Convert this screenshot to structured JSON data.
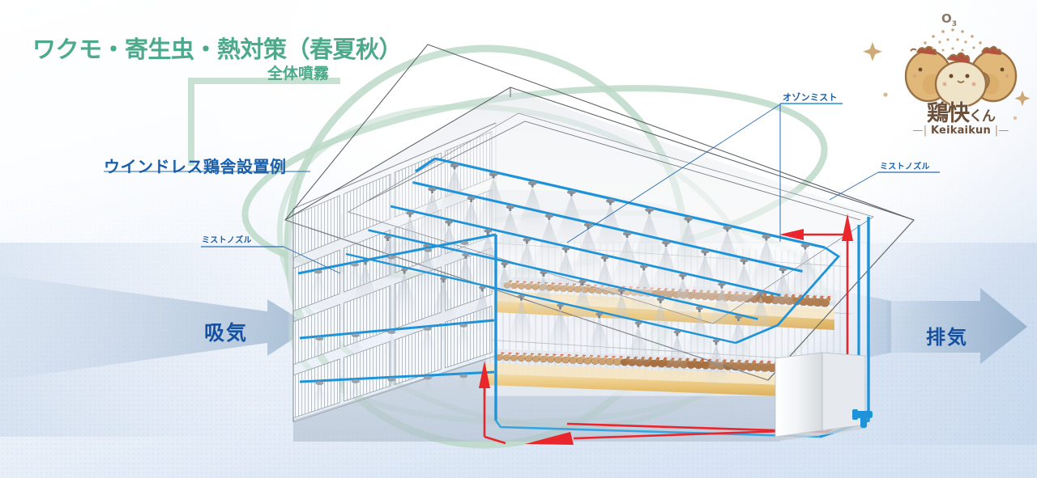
{
  "title": {
    "main": "ワクモ・寄生虫・熱対策（春夏秋）",
    "sub": "全体噴霧",
    "color": "#4caa8b"
  },
  "labels": {
    "house_example": "ウインドレス鶏舎設置例",
    "house_example_color": "#1a5fa8",
    "intake": "吸気",
    "exhaust": "排気",
    "airflow_color": "#1551a0",
    "ozone_mist": "オゾンミスト",
    "mist_nozzle_right": "ミストノズル",
    "mist_nozzle_left": "ミストノズル",
    "callout_color": "#1c5ea8"
  },
  "logo": {
    "formula": "O",
    "formula_sub": "3",
    "name_jp_big": "鶏快",
    "name_jp_small": "くん",
    "name_en": "Keikaikun",
    "dash_left": "—|",
    "dash_right": "|—",
    "color": "#6d503a"
  },
  "diagram": {
    "type": "isometric-cutaway-illustration",
    "subject": "windowless poultry house with ozone mist spray system",
    "pipe_color": "#1f93d8",
    "return_line_color": "#e8262b",
    "cage_color": "#e8c277",
    "structure_color": "#6a6a6a",
    "mist_halo_color": "#bcd9c8",
    "ceiling_nozzle_rows": 5,
    "ceiling_nozzles_per_row": 10,
    "wall_louver_columns": 4,
    "wall_louver_rows": 4,
    "cage_tiers": 2,
    "equipment_unit": "ozone generator cabinet"
  }
}
